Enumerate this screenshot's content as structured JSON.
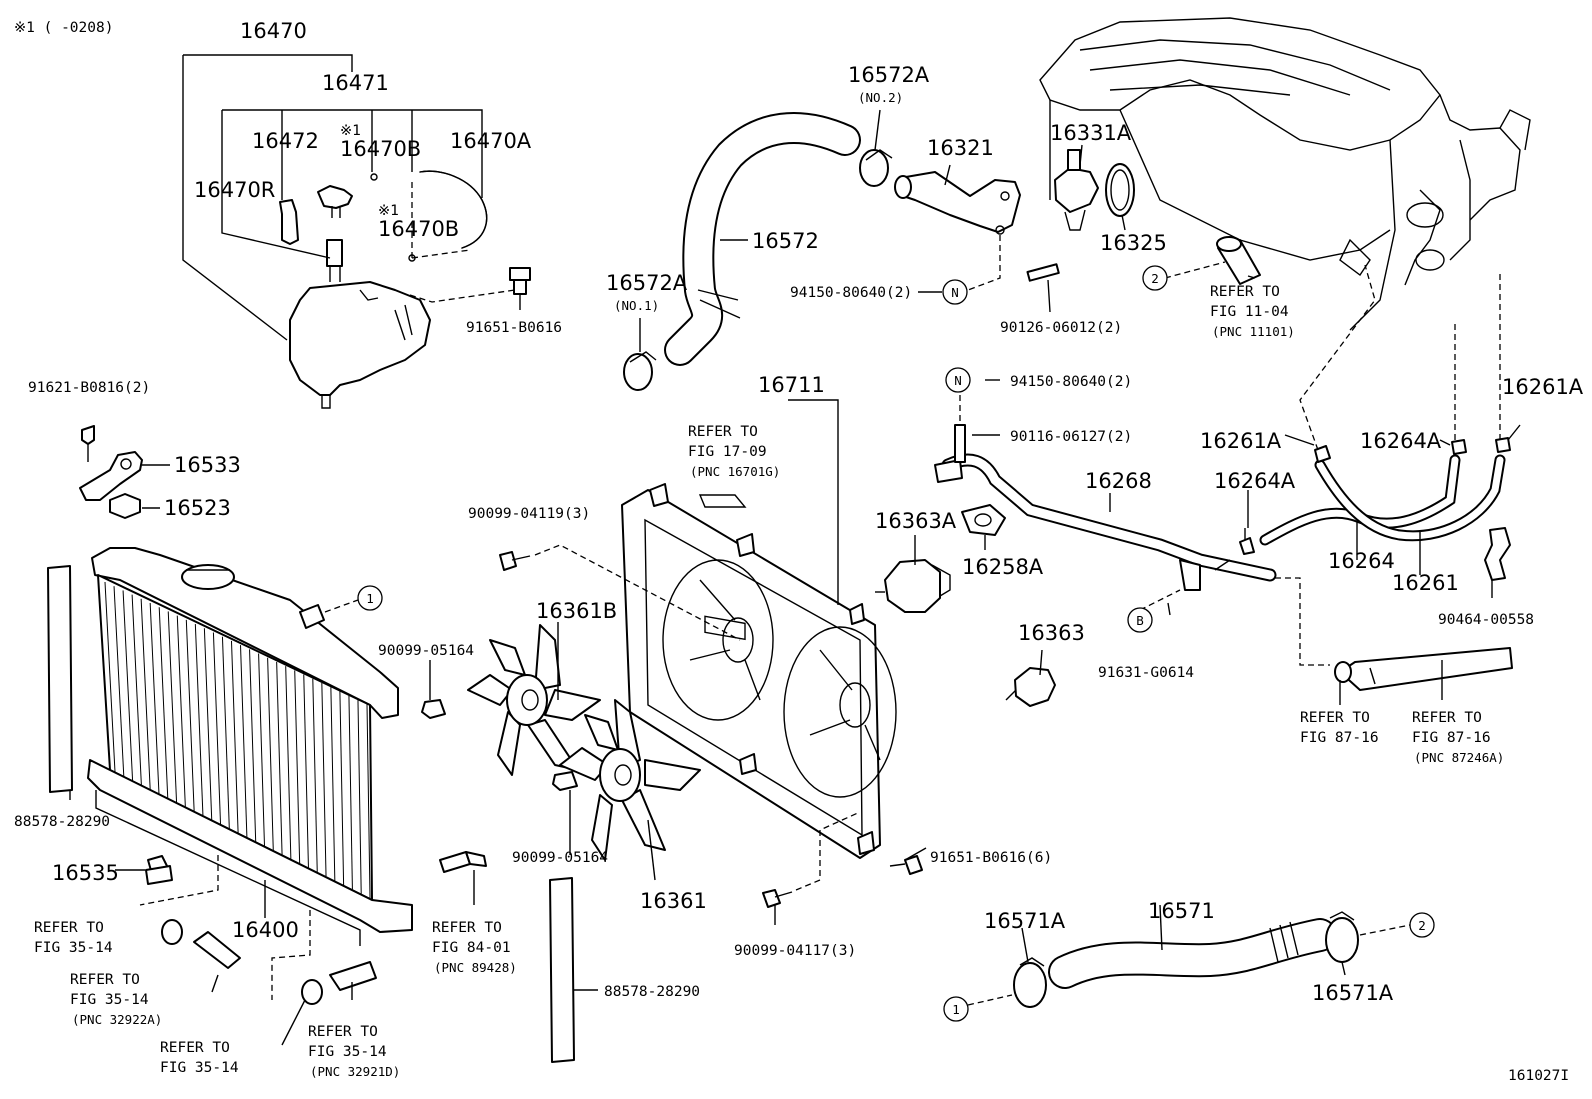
{
  "labels": {
    "note": "※1 (    -0208)",
    "p16470": "16470",
    "p16471": "16471",
    "p16472": "16472",
    "p16470B_mark1": "※1",
    "p16470B_1": "16470B",
    "p16470A": "16470A",
    "p16470R": "16470R",
    "p16470B_mark2": "※1",
    "p16470B_2": "16470B",
    "p91651B0616": "91651-B0616",
    "p91621": "91621-B0816(2)",
    "p16533": "16533",
    "p16523": "16523",
    "p16572A_top": "16572A",
    "no2": "(NO.2)",
    "p16572": "16572",
    "p16572A_bot": "16572A",
    "no1": "(NO.1)",
    "p16321": "16321",
    "p16331A": "16331A",
    "p16325": "16325",
    "p94150_1": "94150-80640(2)",
    "p90126": "90126-06012(2)",
    "ref11_1": "REFER TO",
    "ref11_2": "FIG 11-04",
    "ref11_3": "(PNC 11101)",
    "p16711": "16711",
    "ref17_1": "REFER TO",
    "ref17_2": "FIG 17-09",
    "ref17_3": "(PNC 16701G)",
    "p90099_04119": "90099-04119(3)",
    "p16361B": "16361B",
    "p90099_05164a": "90099-05164",
    "p90099_05164b": "90099-05164",
    "p16361": "16361",
    "p94150_2": "94150-80640(2)",
    "p90116": "90116-06127(2)",
    "p16268": "16268",
    "p16363A": "16363A",
    "p16258A": "16258A",
    "p16261A_a": "16261A",
    "p16261A_b": "16261A",
    "p16264A_a": "16264A",
    "p16264A_b": "16264A",
    "p16264": "16264",
    "p16261": "16261",
    "p90464": "90464-00558",
    "p91631": "91631-G0614",
    "p16363": "16363",
    "ref87a_1": "REFER TO",
    "ref87a_2": "FIG 87-16",
    "ref87b_1": "REFER TO",
    "ref87b_2": "FIG 87-16",
    "ref87b_3": "(PNC 87246A)",
    "p88578_a": "88578-28290",
    "p16535": "16535",
    "p16400": "16400",
    "ref35a_1": "REFER TO",
    "ref35a_2": "FIG 35-14",
    "ref35b_1": "REFER TO",
    "ref35b_2": "FIG 35-14",
    "ref35b_3": "(PNC 32922A)",
    "ref35c_1": "REFER TO",
    "ref35c_2": "FIG 35-14",
    "ref35d_1": "REFER TO",
    "ref35d_2": "FIG 35-14",
    "ref35d_3": "(PNC 32921D)",
    "ref84_1": "REFER TO",
    "ref84_2": "FIG 84-01",
    "ref84_3": "(PNC 89428)",
    "p90099_04117": "90099-04117(3)",
    "p88578_b": "88578-28290",
    "p91651B0616_6": "91651-B0616(6)",
    "p16571A_a": "16571A",
    "p16571": "16571",
    "p16571A_b": "16571A",
    "fig_id": "161027I"
  },
  "markers": {
    "n1": "N",
    "n2": "N",
    "b": "B",
    "c1a": "1",
    "c1b": "1",
    "c2a": "2",
    "c2b": "2"
  }
}
